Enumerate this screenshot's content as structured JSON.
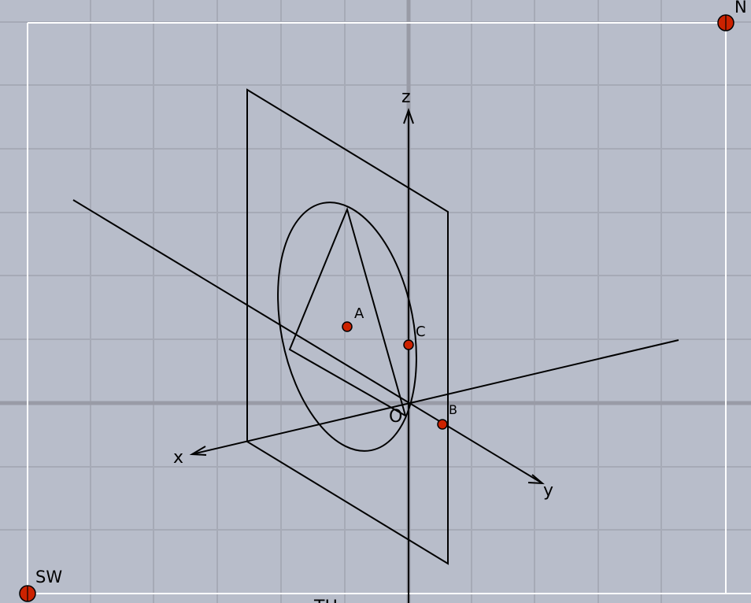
{
  "background_color": "#b8bdca",
  "grid_color": "#a6aab6",
  "axis_line_color": "#999ba6",
  "frame_color": "#ffffff",
  "point_color": "#cc2200",
  "axes": {
    "x_label": "x",
    "y_label": "y",
    "z_label": "z",
    "origin_label": "O"
  },
  "points": {
    "A": "A",
    "B": "B",
    "C": "C"
  },
  "corner_points": {
    "north": "N",
    "southwest": "SW",
    "bottom_partial": "TH"
  }
}
